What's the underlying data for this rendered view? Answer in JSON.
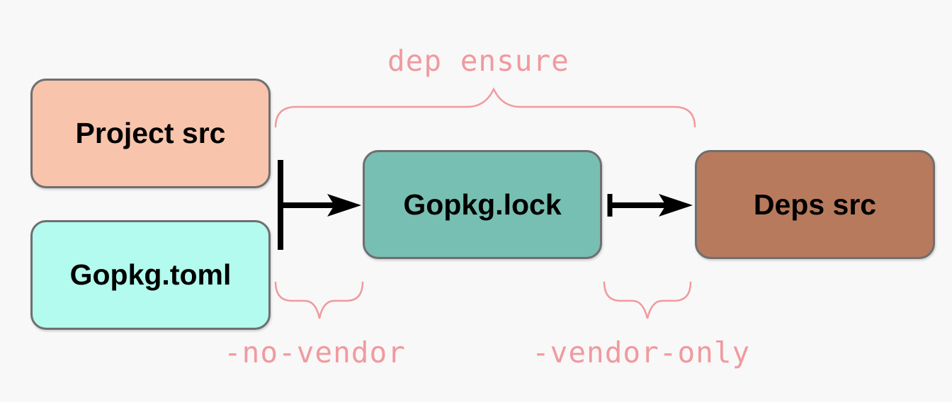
{
  "colors": {
    "background": "#f8f8f8",
    "annotation": "#f09a9f",
    "arrow": "#000000",
    "border": "#6f6f6f"
  },
  "nodes": {
    "project_src": {
      "label": "Project src",
      "color": "#f8c4ab"
    },
    "gopkg_toml": {
      "label": "Gopkg.toml",
      "color": "#b2fbee"
    },
    "gopkg_lock": {
      "label": "Gopkg.lock",
      "color": "#78bfb3"
    },
    "deps_src": {
      "label": "Deps src",
      "color": "#b87a5d"
    }
  },
  "labels": {
    "dep_ensure": "dep ensure",
    "no_vendor": "-no-vendor",
    "vendor_only": "-vendor-only"
  },
  "edges": [
    {
      "from": "project_src + gopkg_toml",
      "to": "gopkg_lock"
    },
    {
      "from": "gopkg_lock",
      "to": "deps_src"
    }
  ]
}
